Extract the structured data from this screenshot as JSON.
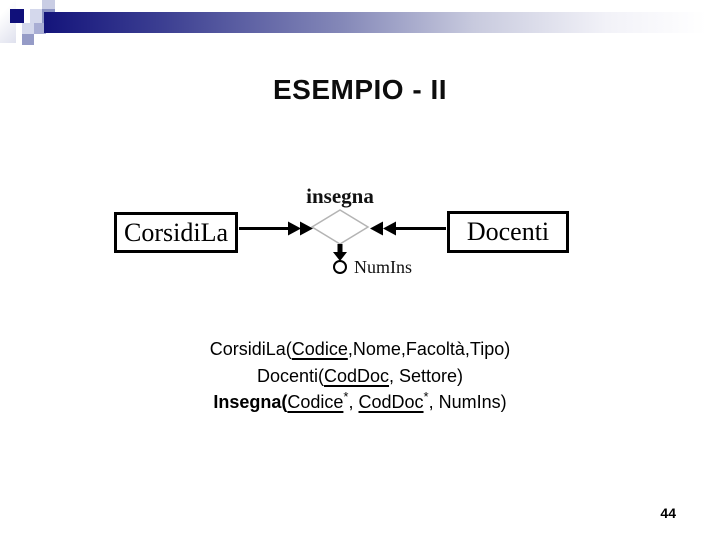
{
  "slide": {
    "title": "ESEMPIO - II",
    "page_number": "44"
  },
  "diagram": {
    "entity_left": "CorsidiLa",
    "entity_right": "Docenti",
    "relationship": "insegna",
    "attribute": "NumIns"
  },
  "schema_lines": {
    "line1": {
      "pre": "CorsidiLa(",
      "key": "Codice",
      "post": ",Nome,Facoltà,Tipo)"
    },
    "line2": {
      "pre": "Docenti(",
      "key": "CodDoc",
      "post": ", Settore)"
    },
    "line3": {
      "pre": "Insegna(",
      "key1": "Codice",
      "star1": "*",
      "sep": ", ",
      "key2": "CodDoc",
      "star2": "*",
      "post": ", NumIns)"
    }
  },
  "colors": {
    "bar_navy": "#14147b",
    "deco_dark_square": "#10107a",
    "diamond_stroke": "#b4b4b4",
    "text": "#000000"
  }
}
